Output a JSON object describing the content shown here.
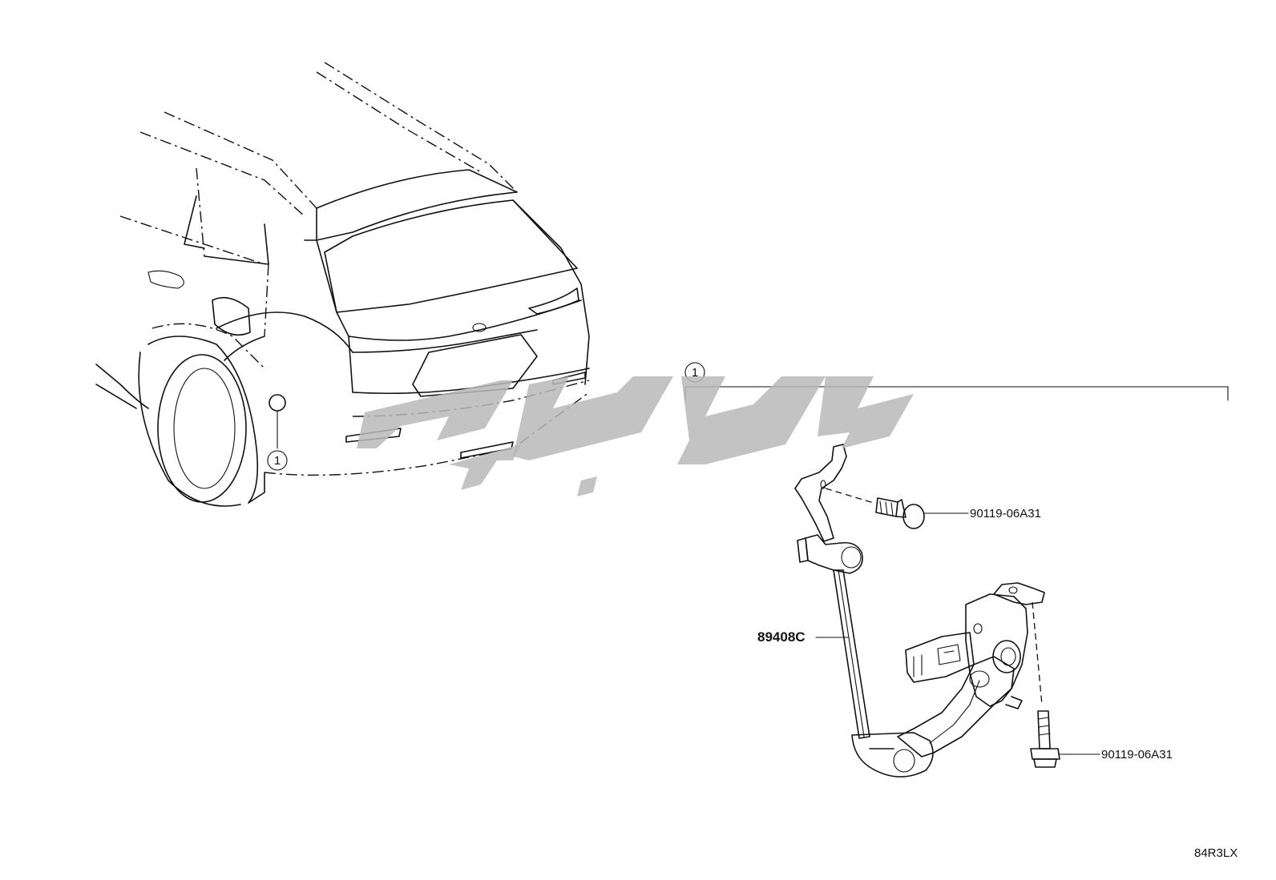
{
  "callouts": {
    "group_number": "1",
    "vehicle_location_number": "1"
  },
  "parts": {
    "sensor": "89408C",
    "bolt_upper": "90119-06A31",
    "bolt_lower": "90119-06A31"
  },
  "diagram_code": "84R3LX",
  "colors": {
    "line": "#111111",
    "watermark": "#b9b9b9",
    "background": "#ffffff"
  }
}
